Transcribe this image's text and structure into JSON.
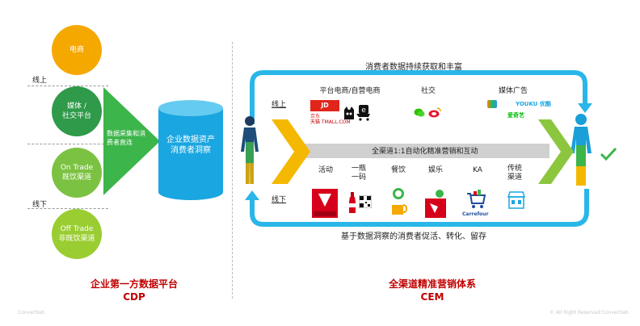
{
  "cdp": {
    "circles": [
      {
        "line1": "电商",
        "line2": "",
        "color": "#f5a800"
      },
      {
        "line1": "媒体 /",
        "line2": "社交平台",
        "color": "#2e9a4a"
      },
      {
        "line1": "On Trade",
        "line2": "既饮渠道",
        "color": "#7cc242"
      },
      {
        "line1": "Off Trade",
        "line2": "非既饮渠道",
        "color": "#9acd32"
      }
    ],
    "online_label": "线上",
    "offline_label": "线下",
    "arrow_line1": "数据采集和消",
    "arrow_line2": "费者直连",
    "cylinder_line1": "企业数据资产",
    "cylinder_line2": "消费者洞察",
    "caption_line1": "企业第一方数据平台",
    "caption_line2": "CDP"
  },
  "cem": {
    "top_text": "消费者数据持续获取和丰富",
    "bottom_text": "基于数据洞察的消费者促活、转化、留存",
    "middle_text": "全渠道1:1自动化精准营销和互动",
    "online_label": "线上",
    "offline_label": "线下",
    "online_channels": [
      {
        "label": "平台电商/自营电商"
      },
      {
        "label": "社交"
      },
      {
        "label": "媒体广告"
      }
    ],
    "logos": {
      "jd": "JD",
      "jd_sub": "京东",
      "tmall": "天猫 TMALL.COM",
      "youku": "YOUKU 优酷",
      "iqiyi": "爱奇艺"
    },
    "offline_channels": [
      {
        "line1": "活动",
        "line2": ""
      },
      {
        "line1": "一瓶",
        "line2": "一码"
      },
      {
        "line1": "餐饮",
        "line2": ""
      },
      {
        "line1": "娱乐",
        "line2": ""
      },
      {
        "line1": "KA",
        "line2": ""
      },
      {
        "line1": "传统",
        "line2": "渠道"
      }
    ],
    "carrefour": "Carrefour",
    "caption_line1": "全渠道精准营销体系",
    "caption_line2": "CEM"
  },
  "footer": {
    "left": "Convertlab",
    "right": "© All Right Reserved Convertlab"
  },
  "colors": {
    "loop_blue": "#29b6e8",
    "green_arrow": "#3cb54a",
    "yellow_chevron": "#f5b800",
    "caption_red": "#c00000",
    "cylinder_blue": "#1aa6e0"
  }
}
